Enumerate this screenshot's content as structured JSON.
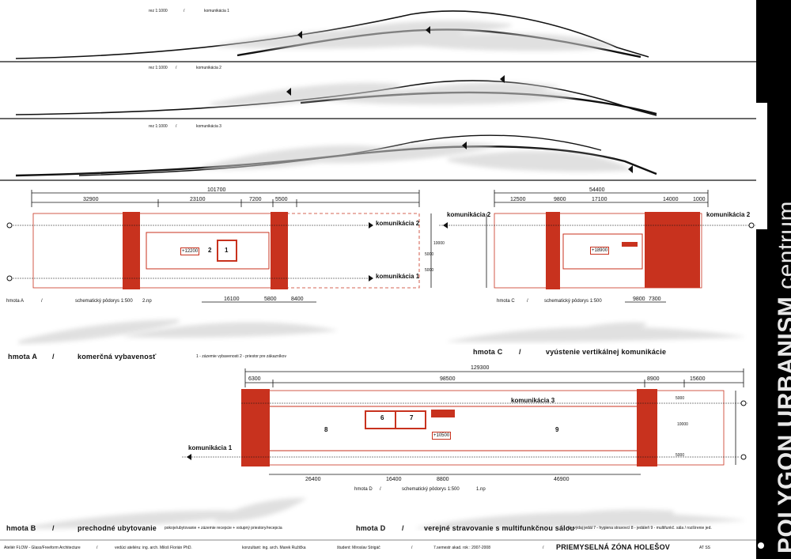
{
  "sections": [
    {
      "scale": "rez 1:1000",
      "sep": "/",
      "name": "komunikácia 1"
    },
    {
      "scale": "rez 1:1000",
      "sep": "/",
      "name": "komunikácia 2"
    },
    {
      "scale": "rez 1:1000",
      "sep": "/",
      "name": "komunikácia 3"
    }
  ],
  "plan_a": {
    "dims_top": [
      "101700",
      "32900",
      "23100",
      "7200",
      "5500"
    ],
    "dims_bottom": [
      "16100",
      "5800",
      "8400"
    ],
    "dims_side": [
      "5000",
      "10000",
      "5000"
    ],
    "level": "+12200",
    "rooms": [
      "2",
      "1"
    ],
    "arrows": [
      "komunikácia 2",
      "komunikácia 1"
    ],
    "caption_a": "hmota A",
    "caption_sep": "/",
    "caption_b": "schematický pôdorys 1:500",
    "caption_c": "2.np"
  },
  "plan_c": {
    "dims_top": [
      "54400",
      "12500",
      "9800",
      "17100",
      "14000",
      "1000"
    ],
    "dims_bottom": [
      "9800",
      "7300"
    ],
    "level": "+18900",
    "arrow_left": "komunikácia 2",
    "arrow_right": "komunikácia 2",
    "caption_a": "hmota C",
    "caption_sep": "/",
    "caption_b": "schematický pôdorys 1:500"
  },
  "plan_d": {
    "dims_top": [
      "129300",
      "6300",
      "98500",
      "8900",
      "15600"
    ],
    "dims_bottom": [
      "26400",
      "16400",
      "8800",
      "46900"
    ],
    "dims_side": [
      "5000",
      "10000",
      "5000"
    ],
    "level": "+10500",
    "rooms": [
      "8",
      "6",
      "7",
      "9"
    ],
    "arrow_top": "komunikácia 3",
    "arrow_left": "komunikácia 1",
    "caption_a": "hmota D",
    "caption_sep": "/",
    "caption_b": "schematický pôdorys 1:500",
    "caption_c": "1.np"
  },
  "mass_a": {
    "title": "hmota A",
    "sep": "/",
    "desc": "komerčná vybavenosť",
    "note": "1 - zázemie vybavenosti  2 - priestor pre zákazníkov"
  },
  "mass_c": {
    "title": "hmota C",
    "sep": "/",
    "desc": "vyústenie vertikálnej komunikácie"
  },
  "mass_b": {
    "title": "hmota B",
    "sep": "/",
    "desc": "prechodné ubytovanie",
    "note": "pokoje/ubytovanie + zázemie recepcie + vstupný priestory/recepcia"
  },
  "mass_d": {
    "title": "hmota D",
    "sep": "/",
    "desc": "verejné stravovanie s multifunkčnou sálou",
    "note": "6 - výdaj jedál  7 - hygiena stravovcí  8 - jedáleň  9 - multifunkč. sála / rozšírenie jed."
  },
  "footer": {
    "atelier": "Ateliér FLOW - Glass/Freeform Architecture",
    "sep": "/",
    "lead": "vedúci ateliéru:  ing. arch. Miloš Florián PhD.",
    "consult": "konzultant:  ing. arch. Marek Ružička",
    "student": "študent:  Miroslav Strigáč",
    "year": "7.semestr  akad. rok : 2007-2008",
    "project": "PRIEMYSELNÁ  ZÓNA  HOLEŠOV",
    "code": "AT SS"
  },
  "brand": {
    "main": "POLYGON URBANISM",
    "sub": "centrum"
  },
  "colors": {
    "accent": "#c8321e",
    "line": "#111111",
    "shadow": "#d8d8d8"
  }
}
